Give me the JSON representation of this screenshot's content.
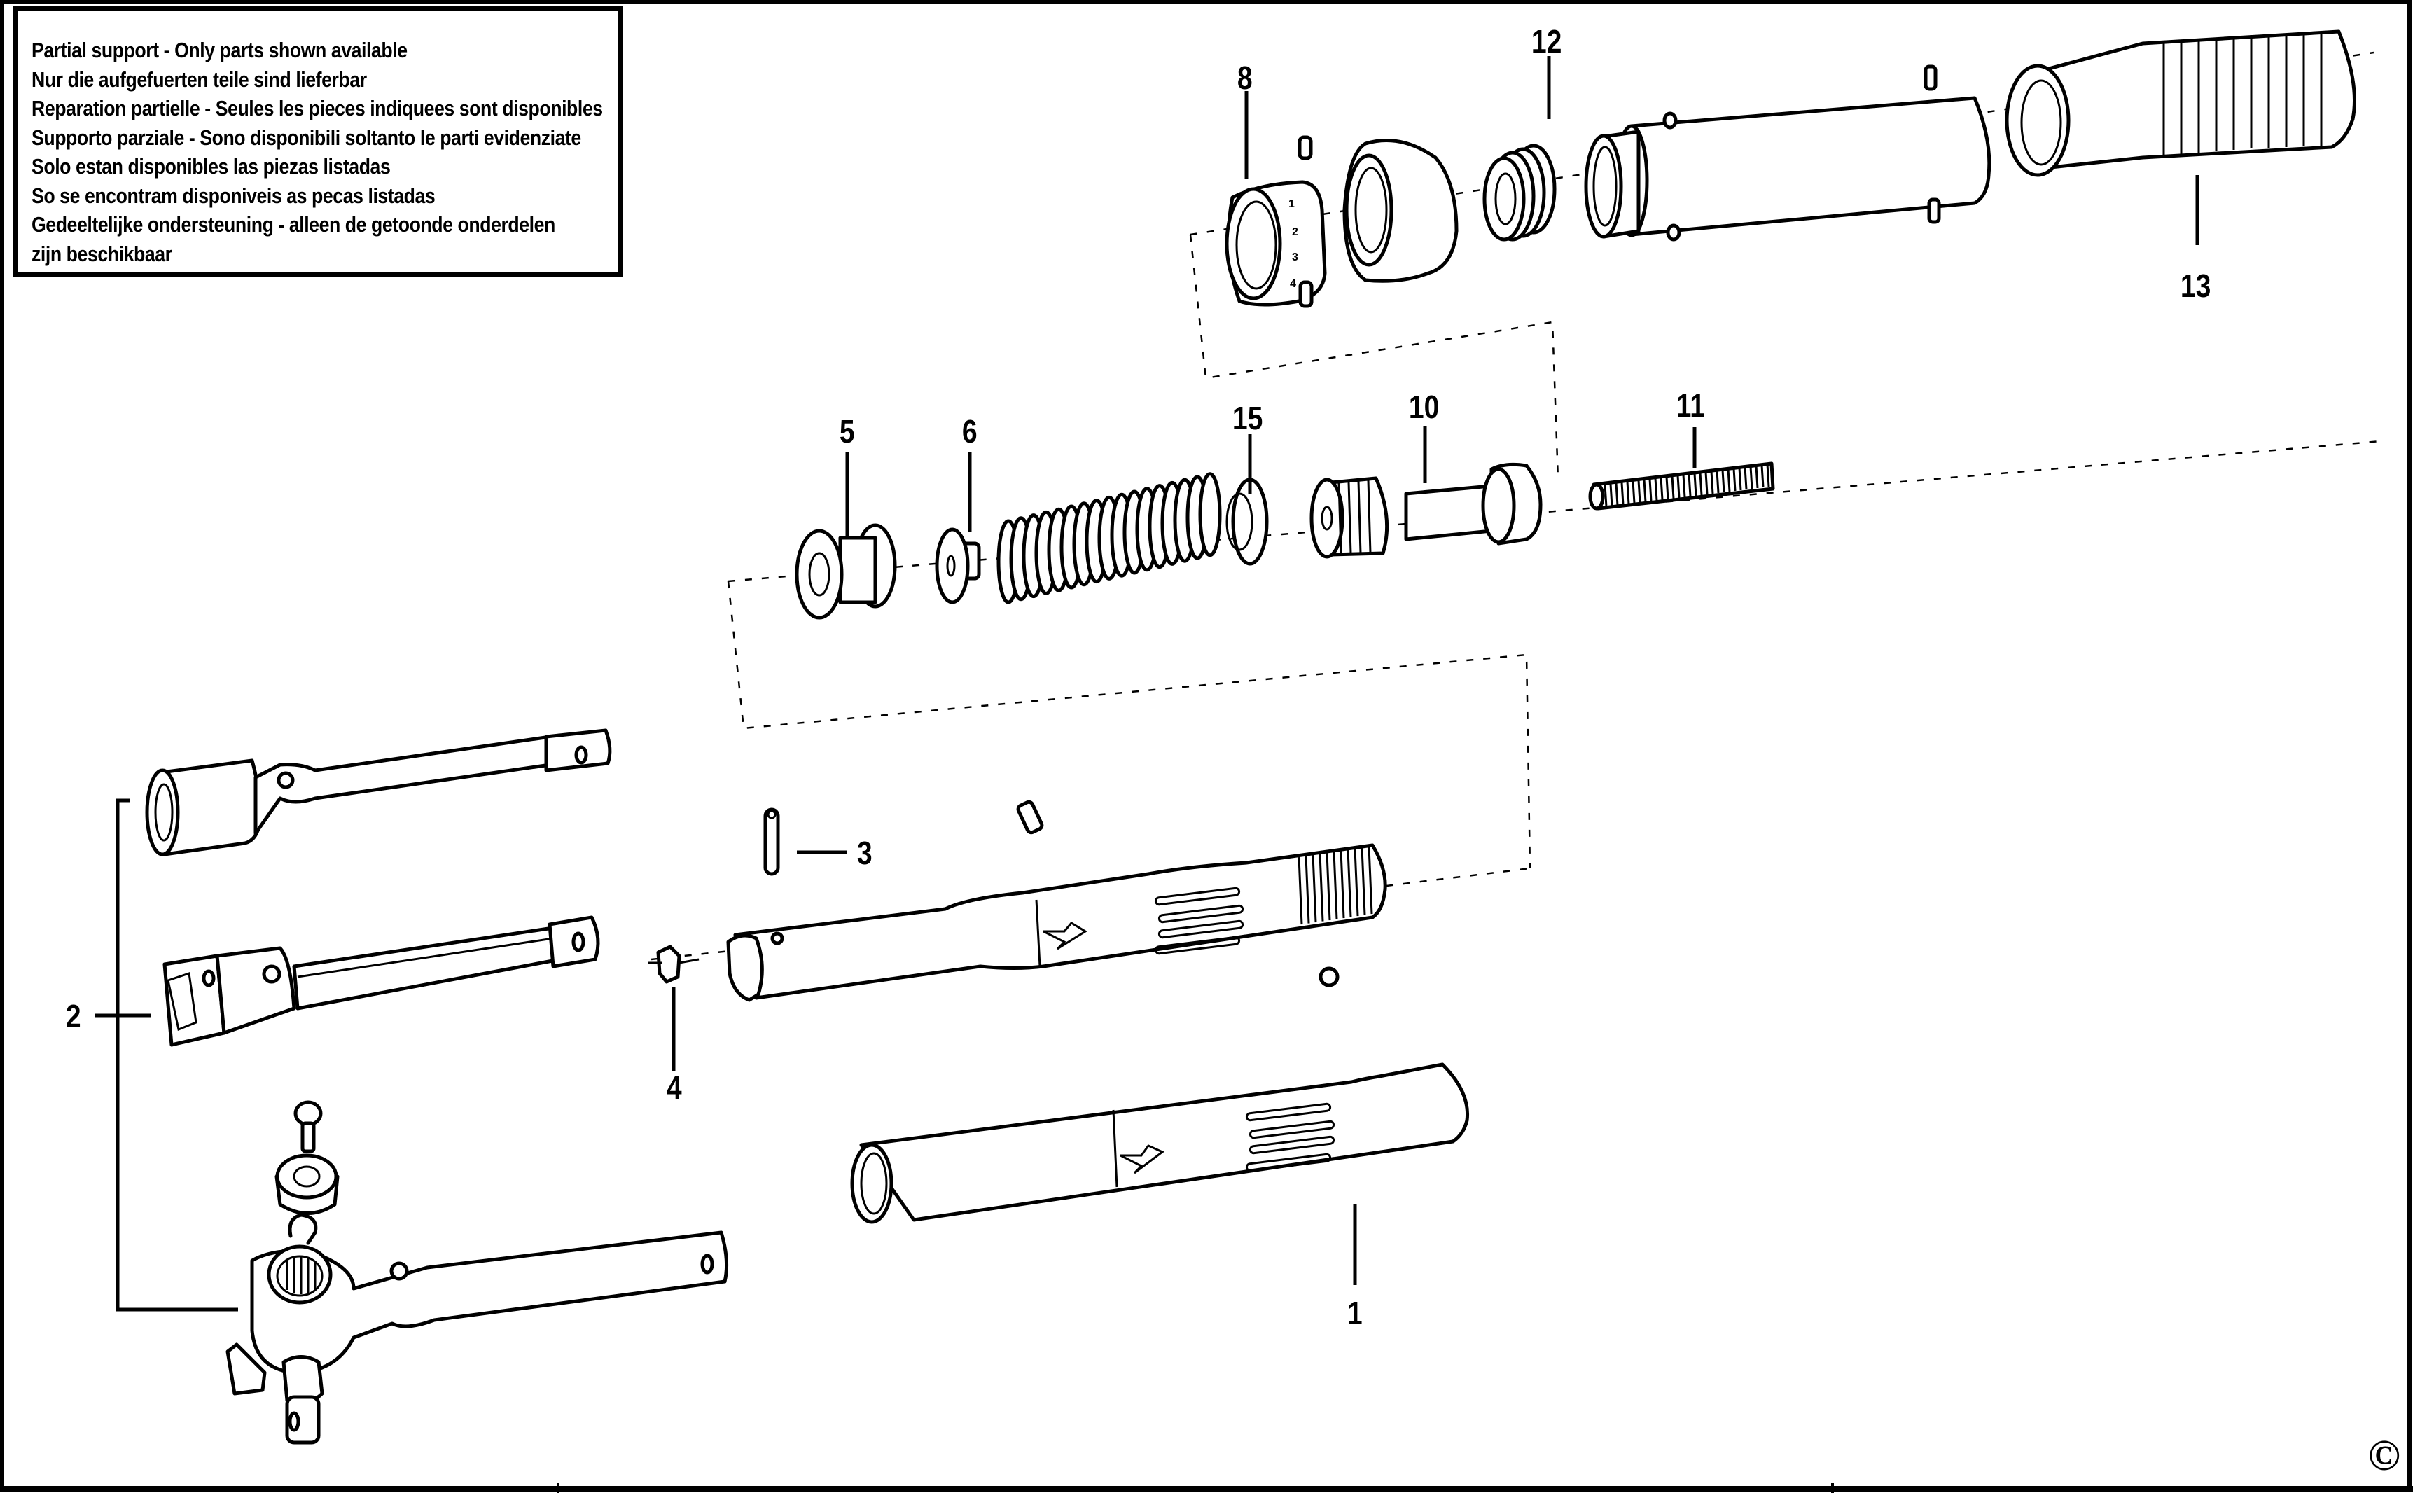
{
  "notice": {
    "lines": [
      "Partial support - Only parts shown available",
      "Nur die aufgefuerten teile sind lieferbar",
      "Reparation partielle - Seules les pieces indiquees sont disponibles",
      "Supporto parziale - Sono disponibili soltanto le parti evidenziate",
      "Solo estan disponibles las piezas listadas",
      "So se encontram disponiveis as pecas listadas",
      "Gedeeltelijke ondersteuning - alleen de getoonde onderdelen",
      "zijn beschikbaar"
    ]
  },
  "callouts": {
    "p1": "1",
    "p2": "2",
    "p3": "3",
    "p4": "4",
    "p5": "5",
    "p6": "6",
    "p8": "8",
    "p10": "10",
    "p11": "11",
    "p12": "12",
    "p13": "13",
    "p15": "15"
  },
  "dial_marks": [
    "1",
    "2",
    "3",
    "4"
  ],
  "copyright_symbol": "©",
  "colors": {
    "ink": "#000000",
    "paper": "#ffffff"
  }
}
